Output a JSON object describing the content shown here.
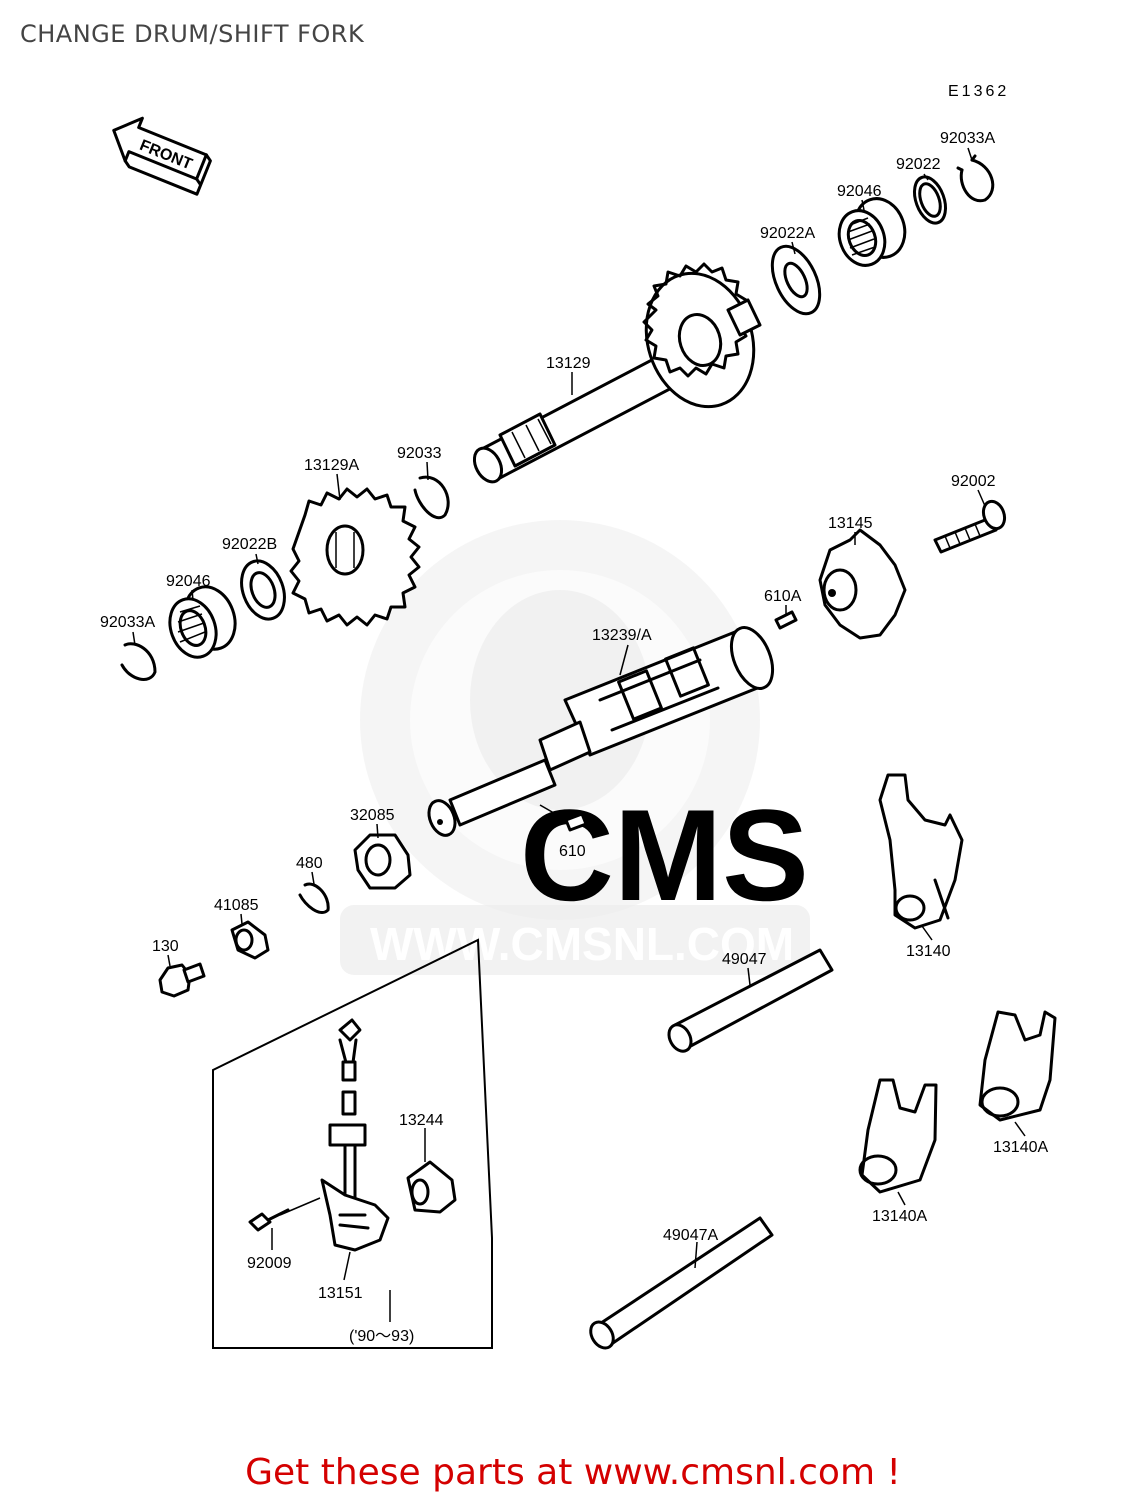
{
  "title": "CHANGE DRUM/SHIFT FORK",
  "diagram_code": "E1362",
  "front_label": "FRONT",
  "watermark": {
    "logo": "CMS",
    "url": "WWW.CMSNL.COM"
  },
  "parts": [
    {
      "id": "p-92033A-top",
      "label": "92033A"
    },
    {
      "id": "p-92022",
      "label": "92022"
    },
    {
      "id": "p-92046-top",
      "label": "92046"
    },
    {
      "id": "p-92022A",
      "label": "92022A"
    },
    {
      "id": "p-13129",
      "label": "13129"
    },
    {
      "id": "p-92033",
      "label": "92033"
    },
    {
      "id": "p-13129A",
      "label": "13129A"
    },
    {
      "id": "p-92022B",
      "label": "92022B"
    },
    {
      "id": "p-92046-left",
      "label": "92046"
    },
    {
      "id": "p-92033A-left",
      "label": "92033A"
    },
    {
      "id": "p-92002",
      "label": "92002"
    },
    {
      "id": "p-13145",
      "label": "13145"
    },
    {
      "id": "p-610A",
      "label": "610A"
    },
    {
      "id": "p-13239A",
      "label": "13239/A"
    },
    {
      "id": "p-32085",
      "label": "32085"
    },
    {
      "id": "p-610",
      "label": "610"
    },
    {
      "id": "p-480",
      "label": "480"
    },
    {
      "id": "p-41085",
      "label": "41085"
    },
    {
      "id": "p-130",
      "label": "130"
    },
    {
      "id": "p-13140",
      "label": "13140"
    },
    {
      "id": "p-49047",
      "label": "49047"
    },
    {
      "id": "p-13244",
      "label": "13244"
    },
    {
      "id": "p-92009",
      "label": "92009"
    },
    {
      "id": "p-13151",
      "label": "13151"
    },
    {
      "id": "p-13140A-right",
      "label": "13140A"
    },
    {
      "id": "p-13140A-mid",
      "label": "13140A"
    },
    {
      "id": "p-49047A",
      "label": "49047A"
    },
    {
      "id": "p-year-range",
      "label": "('90～93)"
    }
  ],
  "footer": "Get these parts at www.cmsnl.com !"
}
